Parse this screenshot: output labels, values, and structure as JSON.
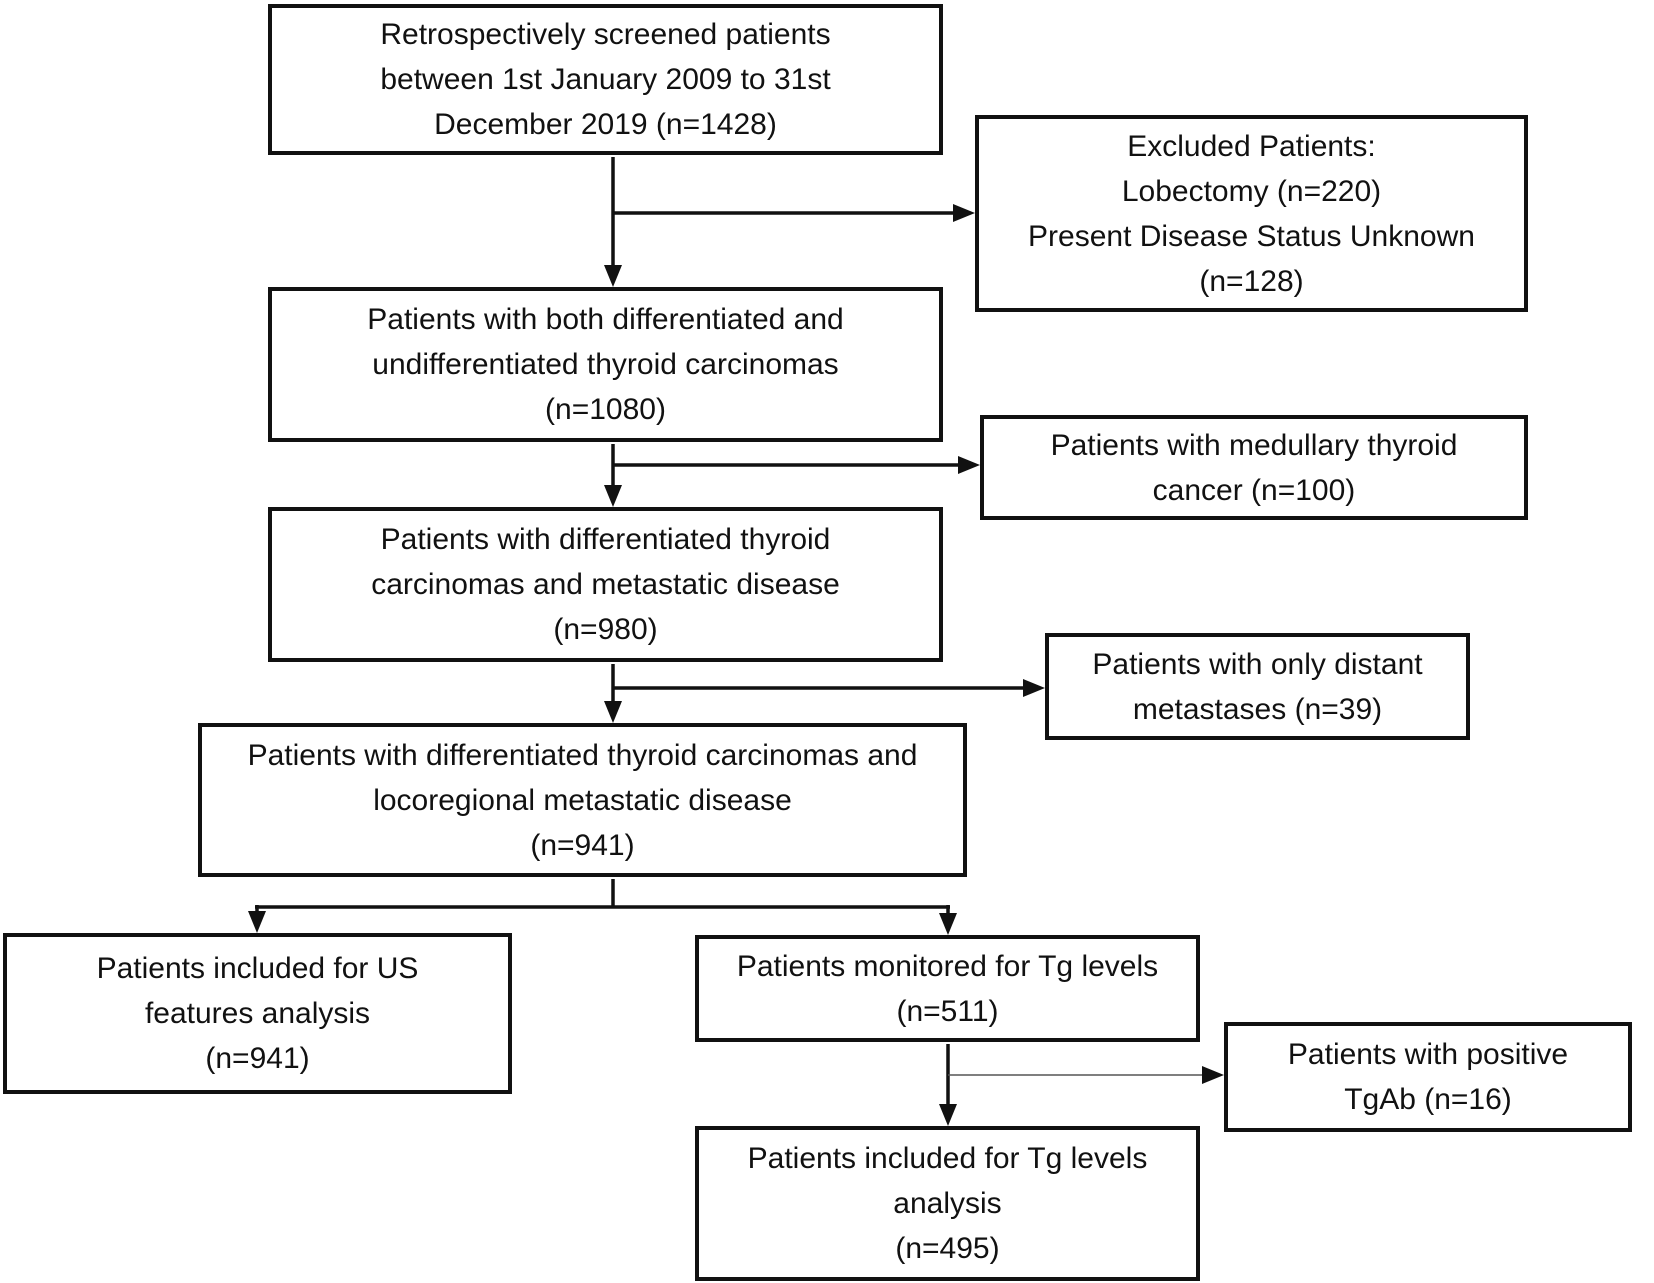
{
  "diagram": {
    "type": "flowchart",
    "colors": {
      "background": "#ffffff",
      "line": "#111111",
      "text": "#111111",
      "thin_branch_line": "#555555"
    },
    "nodes": [
      {
        "id": "screened",
        "text": "Retrospectively screened patients\nbetween 1st January 2009 to 31st\nDecember 2019 (n=1428)",
        "n": 1428
      },
      {
        "id": "excluded",
        "text": "Excluded Patients:\nLobectomy (n=220)\nPresent Disease Status Unknown\n(n=128)",
        "n_lobectomy": 220,
        "n_status_unknown": 128
      },
      {
        "id": "all_carcinomas",
        "text": "Patients with both differentiated and\nundifferentiated thyroid carcinomas\n(n=1080)",
        "n": 1080
      },
      {
        "id": "medullary",
        "text": "Patients with medullary thyroid\ncancer (n=100)",
        "n": 100
      },
      {
        "id": "dtc_metastatic",
        "text": "Patients with differentiated thyroid\ncarcinomas and metastatic disease\n(n=980)",
        "n": 980
      },
      {
        "id": "distant_only",
        "text": "Patients with only distant\nmetastases (n=39)",
        "n": 39
      },
      {
        "id": "dtc_locoregional",
        "text": "Patients with differentiated thyroid carcinomas and\nlocoregional metastatic disease\n(n=941)",
        "n": 941
      },
      {
        "id": "us_features",
        "text": "Patients included for US\nfeatures analysis\n(n=941)",
        "n": 941
      },
      {
        "id": "tg_monitored",
        "text": "Patients monitored for Tg levels\n(n=511)",
        "n": 511
      },
      {
        "id": "tgab_positive",
        "text": "Patients with positive\nTgAb (n=16)",
        "n": 16
      },
      {
        "id": "tg_analysis",
        "text": "Patients included for Tg levels\nanalysis\n(n=495)",
        "n": 495
      }
    ],
    "edges": [
      {
        "from": "screened",
        "to": "excluded"
      },
      {
        "from": "screened",
        "to": "all_carcinomas"
      },
      {
        "from": "all_carcinomas",
        "to": "medullary"
      },
      {
        "from": "all_carcinomas",
        "to": "dtc_metastatic"
      },
      {
        "from": "dtc_metastatic",
        "to": "distant_only"
      },
      {
        "from": "dtc_metastatic",
        "to": "dtc_locoregional"
      },
      {
        "from": "dtc_locoregional",
        "to": "us_features"
      },
      {
        "from": "dtc_locoregional",
        "to": "tg_monitored"
      },
      {
        "from": "tg_monitored",
        "to": "tgab_positive"
      },
      {
        "from": "tg_monitored",
        "to": "tg_analysis"
      }
    ]
  }
}
